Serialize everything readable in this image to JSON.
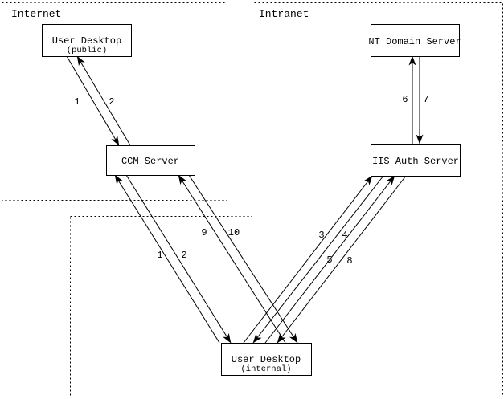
{
  "colors": {
    "line": "#000000",
    "background": "#ffffff"
  },
  "regions": {
    "internet": {
      "label": "Internet"
    },
    "intranet": {
      "label": "Intranet"
    }
  },
  "nodes": {
    "user_desktop_public": {
      "title": "User Desktop",
      "subtitle": "(public)"
    },
    "ccm_server": {
      "title": "CCM Server"
    },
    "nt_domain_server": {
      "title": "NT Domain Server"
    },
    "iis_auth_server": {
      "title": "IIS Auth Server"
    },
    "user_desktop_internal": {
      "title": "User Desktop",
      "subtitle": "(internal)"
    }
  },
  "arrows": {
    "public_to_ccm": {
      "label": "1",
      "from": "user_desktop_public",
      "to": "ccm_server"
    },
    "ccm_to_public": {
      "label": "2",
      "from": "ccm_server",
      "to": "user_desktop_public"
    },
    "internal_to_ccm": {
      "label": "1",
      "from": "user_desktop_internal",
      "to": "ccm_server"
    },
    "ccm_to_internal": {
      "label": "2",
      "from": "ccm_server",
      "to": "user_desktop_internal"
    },
    "internal_to_iis_a": {
      "label": "3",
      "from": "user_desktop_internal",
      "to": "iis_auth_server"
    },
    "iis_to_internal_a": {
      "label": "4",
      "from": "iis_auth_server",
      "to": "user_desktop_internal"
    },
    "internal_to_iis_b": {
      "label": "5",
      "from": "user_desktop_internal",
      "to": "iis_auth_server"
    },
    "iis_to_nt": {
      "label": "6",
      "from": "iis_auth_server",
      "to": "nt_domain_server"
    },
    "nt_to_iis": {
      "label": "7",
      "from": "nt_domain_server",
      "to": "iis_auth_server"
    },
    "iis_to_internal_b": {
      "label": "8",
      "from": "iis_auth_server",
      "to": "user_desktop_internal"
    },
    "internal_to_ccm_alt": {
      "label": "9",
      "from": "user_desktop_internal",
      "to": "ccm_server"
    },
    "ccm_to_internal_alt": {
      "label": "10",
      "from": "ccm_server",
      "to": "user_desktop_internal"
    }
  }
}
